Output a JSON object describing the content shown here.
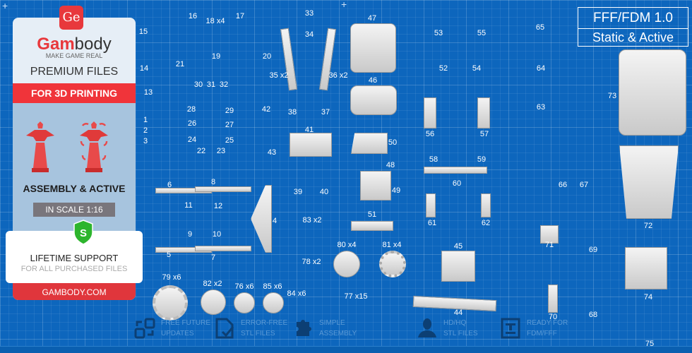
{
  "brand": {
    "badge": "Ge",
    "name_red": "Gam",
    "name_rest": "body",
    "tagline": "MAKE GAME REAL"
  },
  "panel": {
    "premium": "PREMIUM FILES",
    "for_3d": "FOR 3D PRINTING",
    "assembly": "ASSEMBLY & ACTIVE",
    "scale": "IN SCALE 1:16",
    "shield_letter": "S",
    "support_title": "LIFETIME SUPPORT",
    "support_sub": "FOR ALL PURCHASED FILES",
    "site": "GAMBODY.COM"
  },
  "title": {
    "line1": "FFF/FDM 1.0",
    "line2": "Static & Active"
  },
  "parts": [
    "15",
    "16",
    "18 x4",
    "17",
    "33",
    "47",
    "53",
    "55",
    "65",
    "21",
    "19",
    "20",
    "34",
    "14",
    "35 x2",
    "36 x2",
    "52",
    "54",
    "64",
    "46",
    "13",
    "30",
    "31",
    "32",
    "73",
    "28",
    "29",
    "42",
    "38",
    "37",
    "63",
    "1",
    "2",
    "3",
    "26",
    "27",
    "41",
    "56",
    "57",
    "24",
    "25",
    "50",
    "43",
    "22",
    "23",
    "58",
    "59",
    "48",
    "66",
    "67",
    "60",
    "6",
    "8",
    "39",
    "40",
    "49",
    "11",
    "12",
    "4",
    "61",
    "62",
    "72",
    "51",
    "83 x2",
    "9",
    "10",
    "71",
    "69",
    "5",
    "7",
    "80 x4",
    "81 x4",
    "45",
    "78 x2",
    "79 x6",
    "82 x2",
    "76 x6",
    "85 x6",
    "84 x6",
    "77 x15",
    "74",
    "44",
    "68",
    "70",
    "75"
  ],
  "features": [
    {
      "icon": "refresh-icon",
      "l1": "FREE FUTURE",
      "l2": "UPDATES"
    },
    {
      "icon": "file-check-icon",
      "l1": "ERROR-FREE",
      "l2": "STL FILES"
    },
    {
      "icon": "puzzle-icon",
      "l1": "SIMPLE",
      "l2": "ASSEMBLY"
    },
    {
      "icon": "bust-icon",
      "l1": "HD/HQ",
      "l2": "STL FILES"
    },
    {
      "icon": "printer-icon",
      "l1": "READY FOR",
      "l2": "FDM/FFF"
    }
  ],
  "colors": {
    "background": "#0d66bd",
    "accent": "#e8383c",
    "shield": "#2db52d"
  }
}
